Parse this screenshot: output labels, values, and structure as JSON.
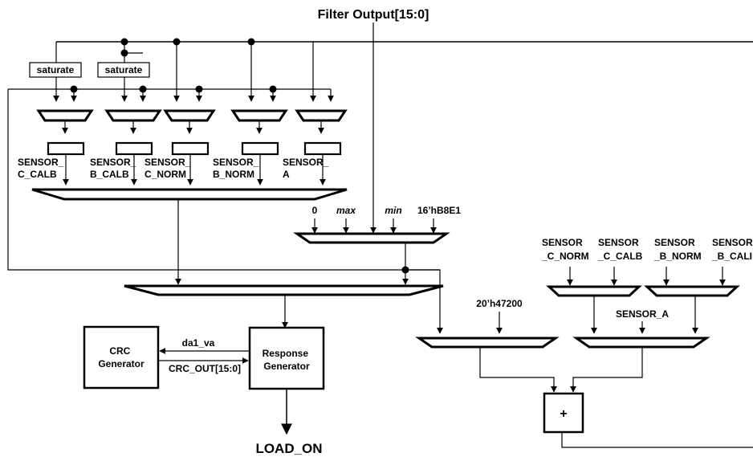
{
  "title": "Filter Output[15:0]",
  "saturate": [
    "saturate",
    "saturate"
  ],
  "top_mux_labels": {
    "c_calb": [
      "SENSOR_",
      "C_CALB"
    ],
    "b_calb": [
      "SENSOR_",
      "B_CALB"
    ],
    "c_norm": [
      "SENSOR_",
      "C_NORM"
    ],
    "b_norm": [
      "SENSOR_",
      "B_NORM"
    ],
    "a": [
      "SENSOR_",
      "A"
    ]
  },
  "compare_inputs": [
    "0",
    "max",
    "min",
    "16’hB8E1"
  ],
  "right_mux_labels": {
    "c_norm": [
      "SENSOR",
      "_C_NORM"
    ],
    "c_calb": [
      "SENSOR",
      "_C_CALB"
    ],
    "b_norm": [
      "SENSOR",
      "_B_NORM"
    ],
    "b_calb": [
      "SENSOR",
      "_B_CALI"
    ]
  },
  "sensor_a": "SENSOR_A",
  "const_20": "20’h47200",
  "crc": [
    "CRC",
    "Generator"
  ],
  "response": [
    "Response",
    "Generator"
  ],
  "da1_va": "da1_va",
  "crc_out": "CRC_OUT[15:0]",
  "adder": "+",
  "load_on": "LOAD_ON"
}
